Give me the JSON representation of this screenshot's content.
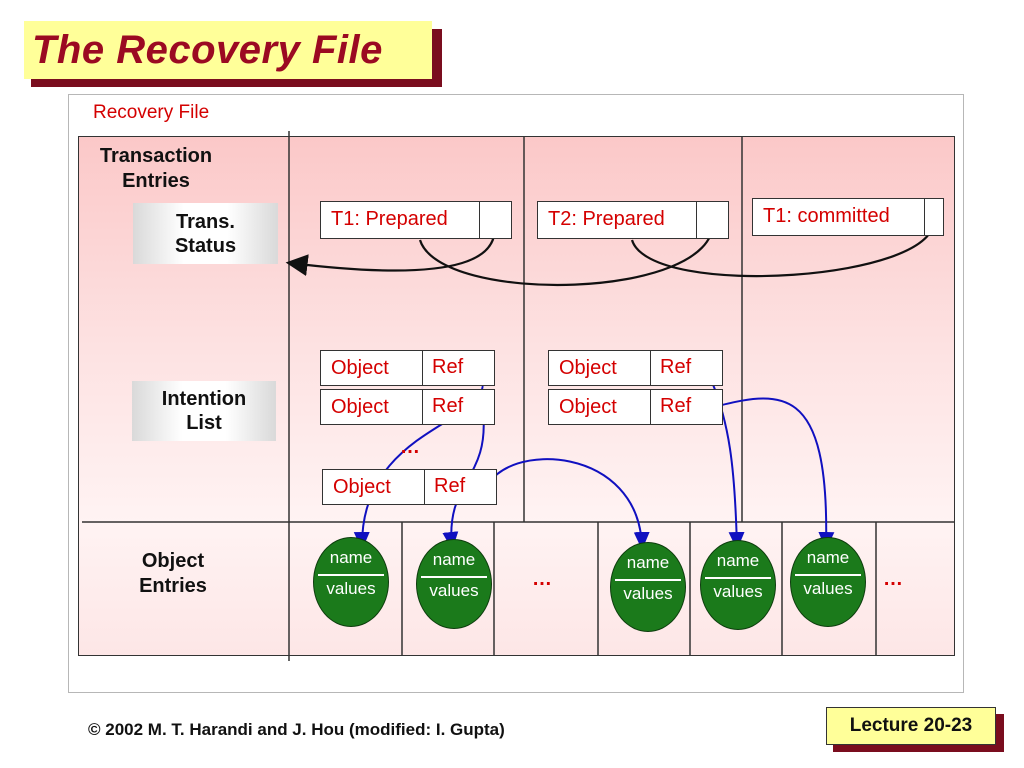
{
  "slide": {
    "title": "The Recovery File",
    "panel_label": "Recovery File",
    "footer": "© 2002 M. T. Harandi and J. Hou (modified: I. Gupta)",
    "lecture": "Lecture 20-23"
  },
  "rows": {
    "transaction_entries": "Transaction\nEntries",
    "trans_status": "Trans.\nStatus",
    "intention_list": "Intention\nList",
    "object_entries": "Object\nEntries"
  },
  "status_records": [
    {
      "label": "T1: Prepared"
    },
    {
      "label": "T2: Prepared"
    },
    {
      "label": "T1: committed"
    }
  ],
  "intention_records": {
    "object": "Object",
    "ref": "Ref",
    "ellipsis": "…"
  },
  "object_entries": {
    "name": "name",
    "values": "values",
    "ellipsis": "…"
  },
  "colors": {
    "title_text": "#9b0a22",
    "title_bg": "#ffff99",
    "record_text": "#d40000",
    "object_fill": "#1b7a1b",
    "arrow": "#1010c0"
  }
}
